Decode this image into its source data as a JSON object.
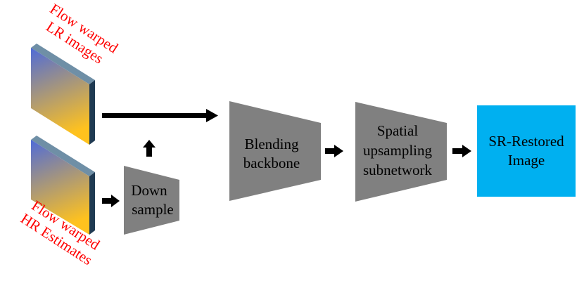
{
  "labels": {
    "lr_line1": "Flow warped",
    "lr_line2": "LR images",
    "hr_line1": "Flow warped",
    "hr_line2": "HR Estimates",
    "down_line1": "Down",
    "down_line2": "sample",
    "blend_line1": "Blending",
    "blend_line2": "backbone",
    "spatial_line1": "Spatial",
    "spatial_line2": "upsampling",
    "spatial_line3": "subnetwork",
    "output_line1": "SR-Restored",
    "output_line2": "Image"
  },
  "colors": {
    "annotation_red": "#ff0000",
    "block_gray": "#808080",
    "output_cyan": "#00b0f0",
    "arrow_black": "#000000",
    "image_top": "#4f6bd8",
    "image_bottom": "#ffc21e",
    "image_side": "#1f3a52",
    "image_topface": "#6f8fa6"
  },
  "icons": [
    "gradient-image-stack-lr",
    "gradient-image-stack-hr",
    "arrow"
  ]
}
